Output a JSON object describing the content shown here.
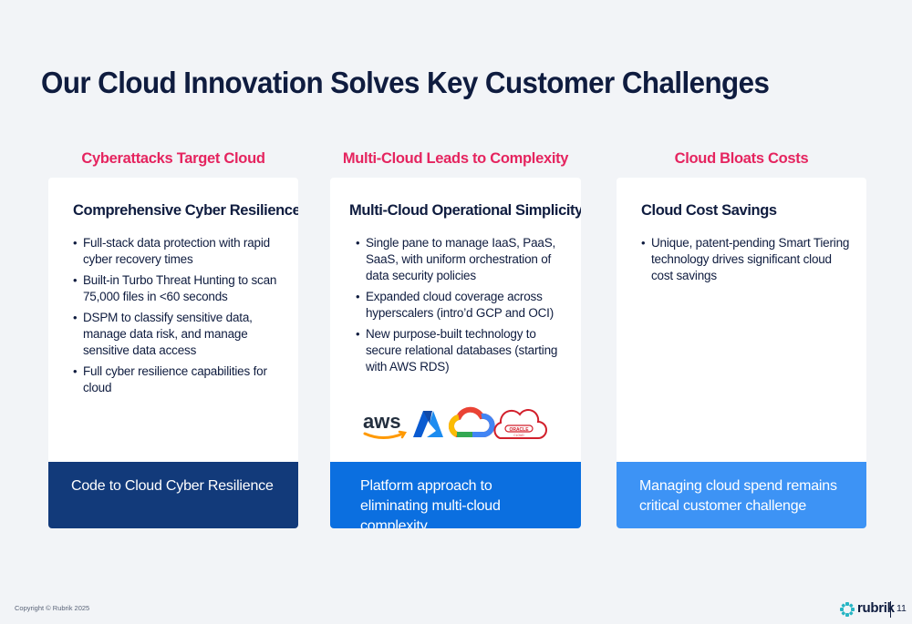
{
  "slide": {
    "title": "Our Cloud Innovation Solves Key Customer Challenges"
  },
  "columns": [
    {
      "header": "Cyberattacks Target Cloud",
      "card_title": "Comprehensive Cyber Resilience",
      "bullets": [
        "Full-stack data protection with rapid cyber recovery times",
        "Built-in Turbo Threat Hunting to scan 75,000 files in <60 seconds",
        "DSPM to classify sensitive data, manage data risk, and manage sensitive data access",
        "Full cyber resilience capabilities for cloud"
      ],
      "footer": "Code to Cloud Cyber Resilience",
      "footer_color": "#123a7a"
    },
    {
      "header": "Multi-Cloud Leads to Complexity",
      "card_title": "Multi-Cloud Operational Simplicity",
      "bullets": [
        "Single pane to manage IaaS, PaaS, SaaS, with uniform orchestration of data security policies",
        "Expanded cloud coverage across hyperscalers (intro’d GCP and OCI)",
        "New purpose-built technology to secure relational databases (starting with AWS RDS)"
      ],
      "footer": "Platform approach to eliminating multi-cloud complexity",
      "footer_color": "#0b6fe0",
      "logos": {
        "aws": "aws",
        "azure": "azure-icon",
        "gcp": "google-cloud-icon",
        "oracle": "ORACLE",
        "oracle_sub": "CLOUD"
      }
    },
    {
      "header": "Cloud Bloats Costs",
      "card_title": "Cloud Cost Savings",
      "bullets": [
        "Unique, patent-pending Smart Tiering technology drives significant cloud cost savings"
      ],
      "footer": "Managing cloud spend remains critical customer challenge",
      "footer_color": "#3d93f5"
    }
  ],
  "footer": {
    "copyright": "Copyright © Rubrik 2025",
    "brand": "rubrik",
    "page_number": "11"
  },
  "colors": {
    "accent": "#e5245f",
    "navy": "#0f1c3f",
    "background": "#f2f4f7"
  }
}
